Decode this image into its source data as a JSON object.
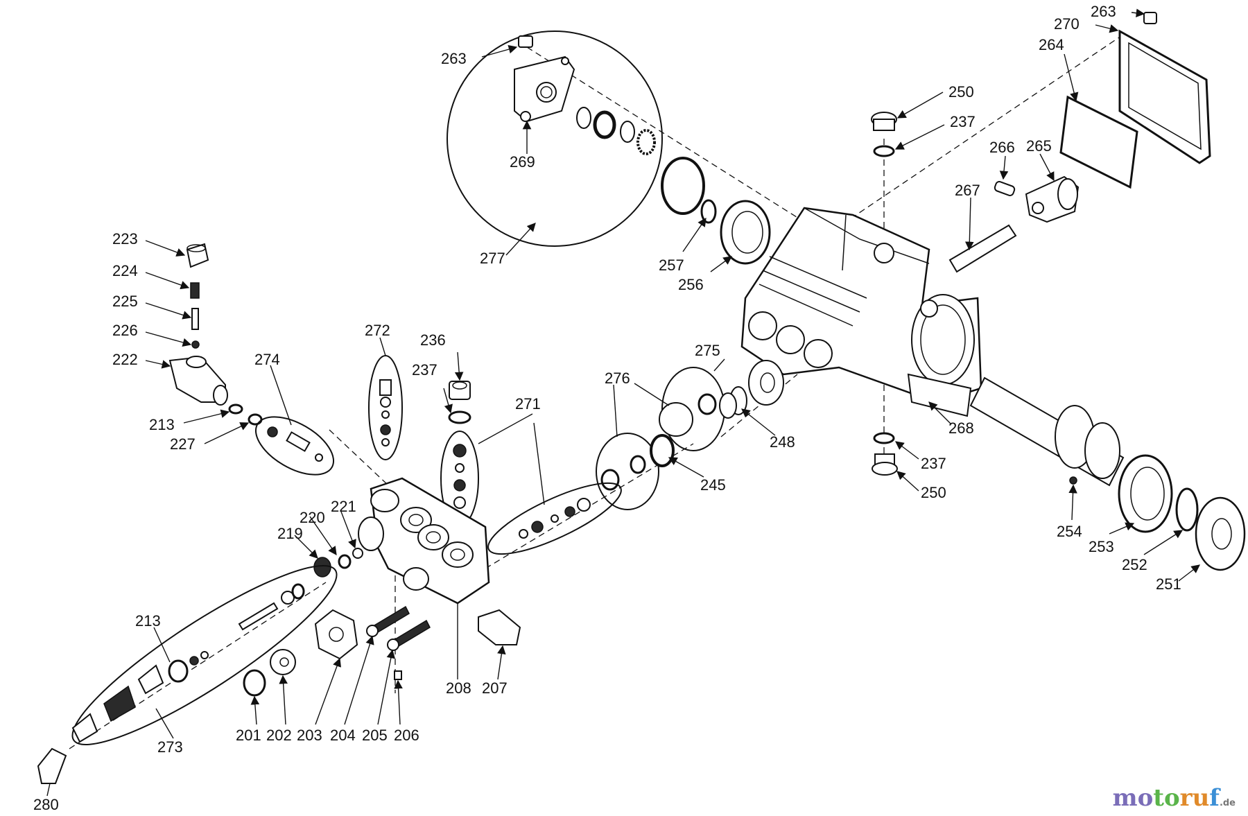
{
  "diagram": {
    "part_numbers": [
      "201",
      "202",
      "203",
      "204",
      "205",
      "206",
      "207",
      "208",
      "213",
      "219",
      "220",
      "221",
      "222",
      "223",
      "224",
      "225",
      "226",
      "227",
      "236",
      "237",
      "245",
      "248",
      "250",
      "251",
      "252",
      "253",
      "254",
      "256",
      "257",
      "263",
      "264",
      "265",
      "266",
      "267",
      "268",
      "269",
      "270",
      "271",
      "272",
      "273",
      "274",
      "275",
      "276",
      "277",
      "280"
    ]
  },
  "labels": {
    "l263a": "263",
    "l263b": "263",
    "l270": "270",
    "l264": "264",
    "l250a": "250",
    "l237a": "237",
    "l266": "266",
    "l265": "265",
    "l267": "267",
    "l269": "269",
    "l277": "277",
    "l257": "257",
    "l256": "256",
    "l223": "223",
    "l224": "224",
    "l225": "225",
    "l226": "226",
    "l222": "222",
    "l213a": "213",
    "l227": "227",
    "l274": "274",
    "l272": "272",
    "l236": "236",
    "l237b": "237",
    "l271": "271",
    "l276": "276",
    "l275": "275",
    "l248": "248",
    "l245": "245",
    "l268": "268",
    "l237c": "237",
    "l250b": "250",
    "l254": "254",
    "l253": "253",
    "l252": "252",
    "l251": "251",
    "l220": "220",
    "l221": "221",
    "l219": "219",
    "l213b": "213",
    "l273": "273",
    "l201": "201",
    "l202": "202",
    "l203": "203",
    "l204": "204",
    "l205": "205",
    "l206": "206",
    "l208": "208",
    "l207": "207",
    "l280": "280"
  },
  "watermark": {
    "part1": "mo",
    "part2": "to",
    "part3": "ru",
    "part4": "f",
    "domain": ".de"
  },
  "colors": {
    "ink": "#111111",
    "paper": "#ffffff"
  }
}
